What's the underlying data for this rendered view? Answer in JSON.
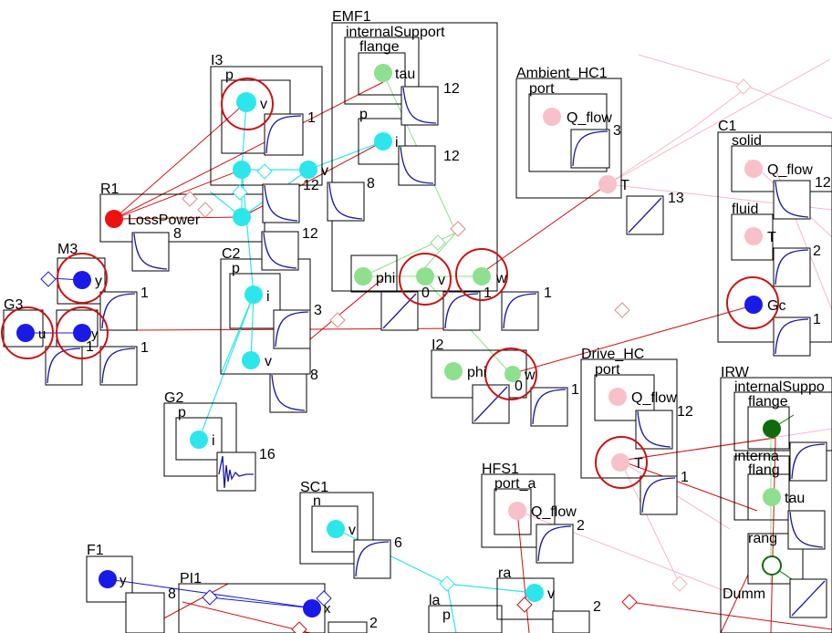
{
  "colors": {
    "cyan": "#2de6ec",
    "blue": "#1a1ae6",
    "red": "#ee1111",
    "green": "#8ee08e",
    "pink": "#f8c0c8",
    "darkgreen": "#0d6b0d",
    "curve": "#1a1aa6",
    "halo": "#cc1111"
  },
  "components": {
    "emf1": {
      "title": "EMF1",
      "support": "internalSupport",
      "flange": "flange",
      "tau": "tau",
      "p": "p",
      "i": "i"
    },
    "i3": {
      "title": "I3",
      "p": "p",
      "v": "v"
    },
    "ambient": {
      "title": "Ambient_HC1",
      "port": "port",
      "q_flow": "Q_flow",
      "t": "T"
    },
    "c1": {
      "title": "C1",
      "solid": "solid",
      "q_flow": "Q_flow",
      "fluid": "fluid",
      "t": "T",
      "gc": "Gc"
    },
    "r1": {
      "title": "R1",
      "loss": "LossPower"
    },
    "m3": {
      "title": "M3",
      "y": "y"
    },
    "g3": {
      "title": "G3",
      "u": "u",
      "y": "y"
    },
    "c2": {
      "title": "C2",
      "p": "p",
      "i": "i",
      "v": "v"
    },
    "phi_node": {
      "phi": "phi",
      "v": "v",
      "w": "w"
    },
    "i2": {
      "title": "I2",
      "phi": "phi",
      "w": "w"
    },
    "drive": {
      "title": "Drive_HC",
      "port": "port",
      "q_flow": "Q_flow",
      "t": "T"
    },
    "irw": {
      "title": "IRW",
      "support": "internalSuppo",
      "flange": "flange",
      "inter": "interna",
      "flang": "flang",
      "tau": "tau",
      "rang": "rang"
    },
    "g2": {
      "title": "G2",
      "p": "p",
      "i": "i"
    },
    "hfs1": {
      "title": "HFS1",
      "port_a": "port_a",
      "q_flow": "Q_flow"
    },
    "sc1": {
      "title": "SC1",
      "n": "n",
      "v": "v"
    },
    "f1": {
      "title": "F1",
      "y": "y"
    },
    "pi1": {
      "title": "PI1",
      "x": "x"
    },
    "la": {
      "title": "la",
      "p": "p"
    },
    "ra": {
      "title": "ra",
      "v": "v"
    },
    "dummy": {
      "title": "Dumm"
    }
  },
  "plot_counts": {
    "emf_tau": "12",
    "emf_i": "12",
    "i3_v": "1",
    "node_v": "12",
    "node_v2": "8",
    "r1": "8",
    "r1_b": "12",
    "ambient": "3",
    "ambient_t": "13",
    "c1_q": "12",
    "c1_t": "2",
    "c1_gc": "1",
    "m3": "1",
    "g3": "1",
    "c2_i": "3",
    "c2_v": "8",
    "phi": "0",
    "v": "1",
    "w": "1",
    "i2": "0",
    "i2_w": "1",
    "drive_q": "12",
    "drive_t": "1",
    "g2": "16",
    "hfs1": "2",
    "sc1": "6",
    "f1": "8",
    "pi1": "2",
    "ra": "2"
  }
}
